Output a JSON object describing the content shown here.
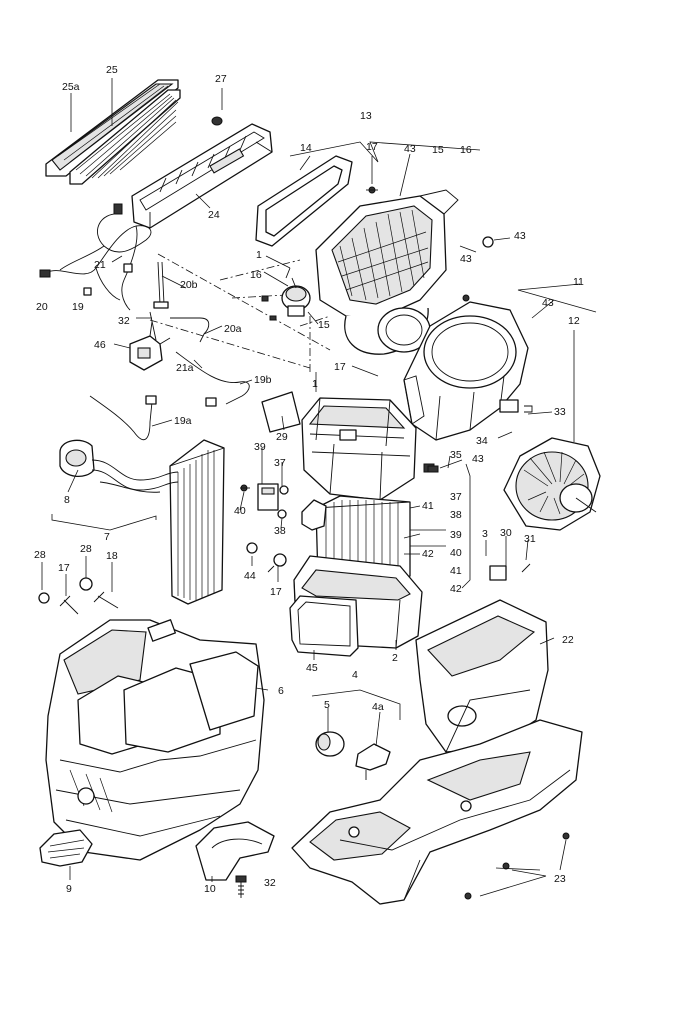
{
  "callouts": {
    "c25a": "25a",
    "c25": "25",
    "c27": "27",
    "c24": "24",
    "c13": "13",
    "c14": "14",
    "c17a": "17",
    "c43a": "43",
    "c15a": "15",
    "c16a": "16",
    "c43b": "43",
    "c43c": "43",
    "c11": "11",
    "c43d": "43",
    "c12": "12",
    "c21": "21",
    "c20": "20",
    "c19": "19",
    "c32a": "32",
    "c20b": "20b",
    "c1a": "1",
    "c16b": "16",
    "c20a": "20a",
    "c15b": "15",
    "c46": "46",
    "c17b": "17",
    "c1b": "1",
    "c21a": "21a",
    "c19b": "19b",
    "c19a": "19a",
    "c29": "29",
    "c39a": "39",
    "c37a": "37",
    "c33": "33",
    "c34": "34",
    "c43e": "43",
    "c8": "8",
    "c40a": "40",
    "c38a": "38",
    "c35": "35",
    "c41a": "41",
    "c37b": "37",
    "c38b": "38",
    "c39b": "39",
    "c40b": "40",
    "c41b": "41",
    "c42a": "42",
    "c42b": "42",
    "c3": "3",
    "c30": "30",
    "c31": "31",
    "c7": "7",
    "c28a": "28",
    "c28b": "28",
    "c17c": "17",
    "c18": "18",
    "c44": "44",
    "c17d": "17",
    "c22": "22",
    "c45": "45",
    "c2": "2",
    "c4": "4",
    "c6": "6",
    "c5": "5",
    "c4a": "4a",
    "c9": "9",
    "c10": "10",
    "c32b": "32",
    "c23": "23"
  }
}
